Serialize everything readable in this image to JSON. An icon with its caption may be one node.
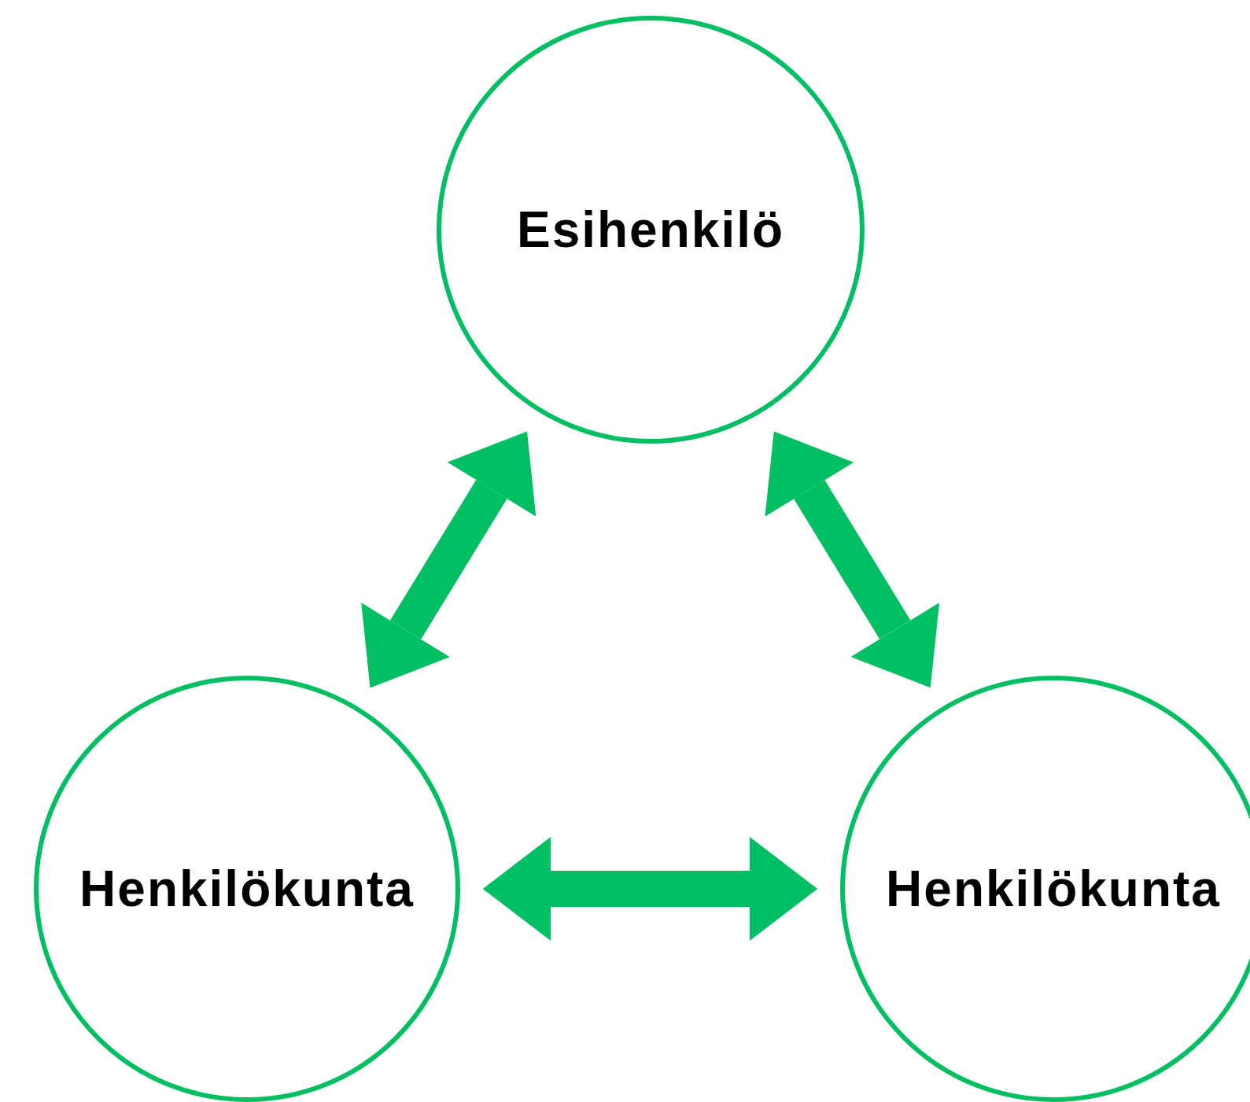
{
  "diagram": {
    "nodes": [
      {
        "text": [
          "Esihenkilö"
        ]
      },
      {
        "text": [
          "Henkilökunta"
        ]
      },
      {
        "text": [
          "Henkilökunta"
        ]
      }
    ],
    "edges": [
      {
        "from": 1,
        "to": 0,
        "arrow": "both"
      },
      {
        "from": 0,
        "to": 2,
        "arrow": "both"
      },
      {
        "from": 1,
        "to": 2,
        "arrow": "both"
      }
    ]
  }
}
